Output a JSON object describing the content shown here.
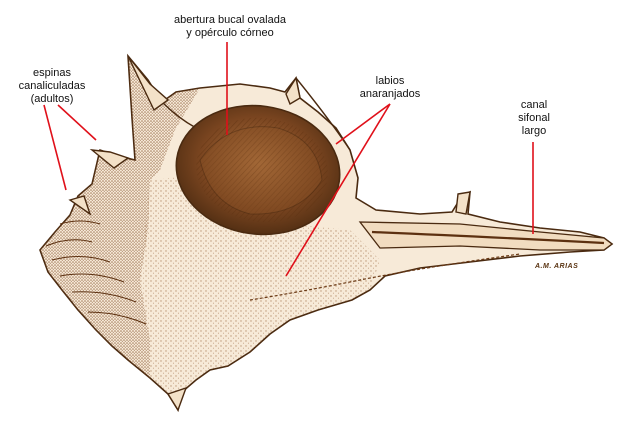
{
  "labels": {
    "abertura": [
      "abertura bucal ovalada",
      "y opérculo córneo"
    ],
    "espinas": [
      "espinas",
      "canaliculadas",
      "(adultos)"
    ],
    "labios": [
      "labios",
      "anaranjados"
    ],
    "canal": [
      "canal",
      "sifonal",
      "largo"
    ]
  },
  "signature": "A.M. ARIAS",
  "colors": {
    "leader": "#e0101a",
    "shell_fill": "#f7ead8",
    "shell_shade": "#8a5226",
    "outline": "#4a2a10",
    "aperture_dark": "#6b3a16"
  }
}
